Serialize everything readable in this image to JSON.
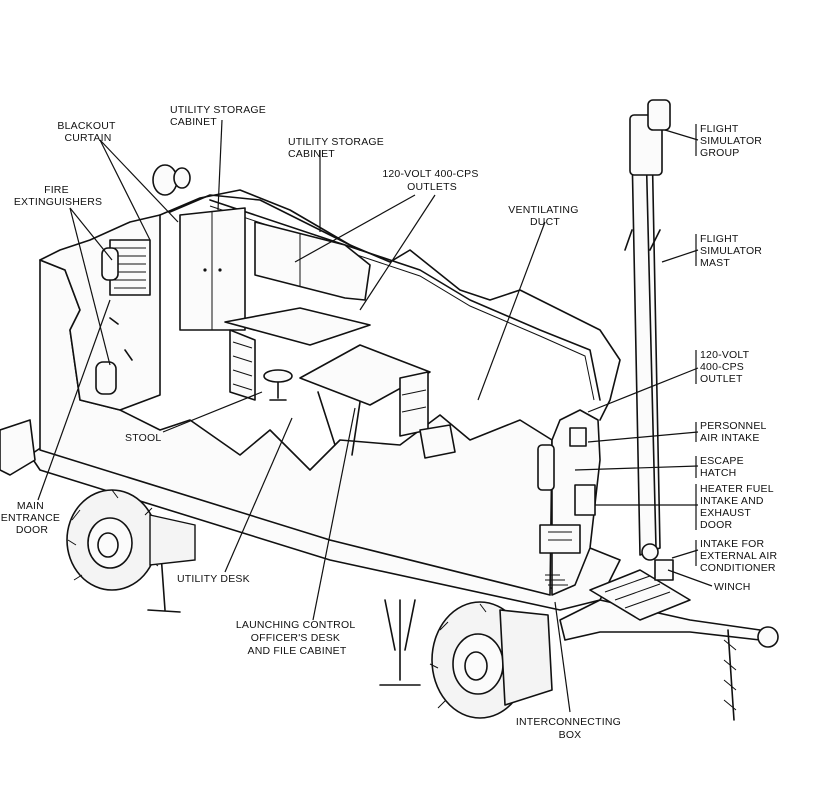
{
  "labels": {
    "blackout_curtain": [
      "BLACKOUT",
      "CURTAIN"
    ],
    "utility_storage_cabinet_1": [
      "UTILITY STORAGE",
      "CABINET"
    ],
    "utility_storage_cabinet_2": [
      "UTILITY STORAGE",
      "CABINET"
    ],
    "outlets_120v_top": [
      "120-VOLT 400-CPS",
      "OUTLETS"
    ],
    "fire_extinguishers": [
      "FIRE",
      "EXTINGUISHERS"
    ],
    "ventilating_duct": [
      "VENTILATING",
      "DUCT"
    ],
    "flight_simulator_group": [
      "FLIGHT",
      "SIMULATOR",
      "GROUP"
    ],
    "flight_simulator_mast": [
      "FLIGHT",
      "SIMULATOR",
      "MAST"
    ],
    "outlet_120v_right": [
      "120-VOLT",
      "400-CPS",
      "OUTLET"
    ],
    "personnel_air_intake": [
      "PERSONNEL",
      "AIR INTAKE"
    ],
    "escape_hatch": [
      "ESCAPE",
      "HATCH"
    ],
    "heater_fuel_door": [
      "HEATER FUEL",
      "INTAKE AND",
      "EXHAUST",
      "DOOR"
    ],
    "intake_external_ac": [
      "INTAKE FOR",
      "EXTERNAL AIR",
      "CONDITIONER"
    ],
    "winch": [
      "WINCH"
    ],
    "stool": [
      "STOOL"
    ],
    "main_entrance_door": [
      "MAIN",
      "ENTRANCE",
      "DOOR"
    ],
    "utility_desk": [
      "UTILITY DESK"
    ],
    "lco_desk": [
      "LAUNCHING CONTROL",
      "OFFICER'S DESK",
      "AND FILE CABINET"
    ],
    "interconnecting_box": [
      "INTERCONNECTING",
      "BOX"
    ]
  }
}
